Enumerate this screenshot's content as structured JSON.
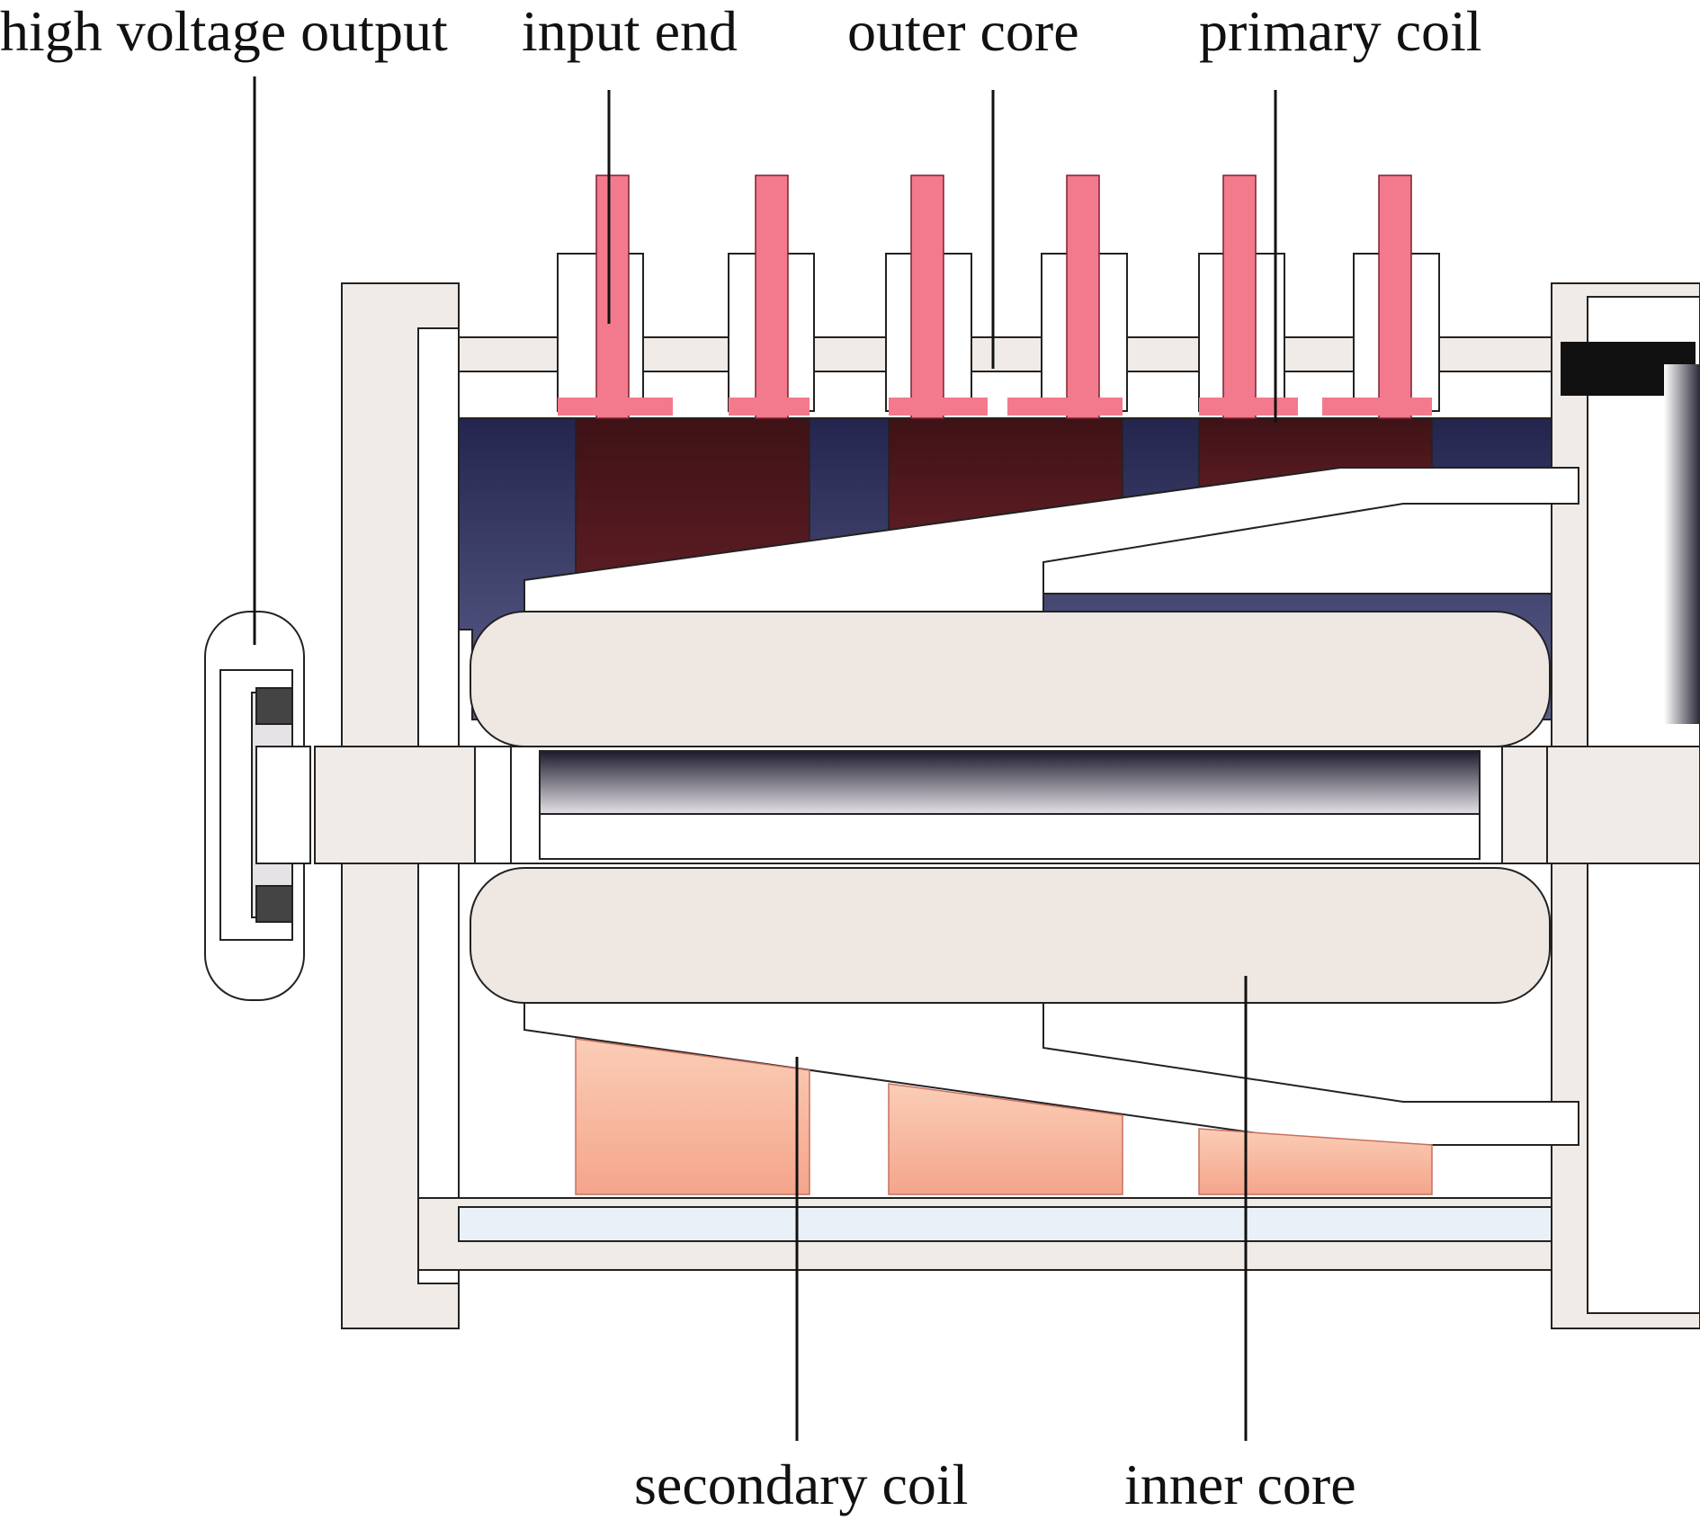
{
  "labels": {
    "high_voltage_output": "high voltage output",
    "input_end": "input end",
    "outer_core": "outer core",
    "primary_coil": "primary coil",
    "secondary_coil": "secondary coil",
    "inner_core": "inner core"
  },
  "colors": {
    "primary_coil_pink": "#f27a8c",
    "primary_coil_dark": "#3e1216",
    "outer_core_navy": "#2e2f5c",
    "secondary_coil_peach": "#f7b49a",
    "inner_core_beige": "#efe7e2",
    "housing": "#f0ebe7",
    "tube_blue": "#e9f0f8"
  }
}
